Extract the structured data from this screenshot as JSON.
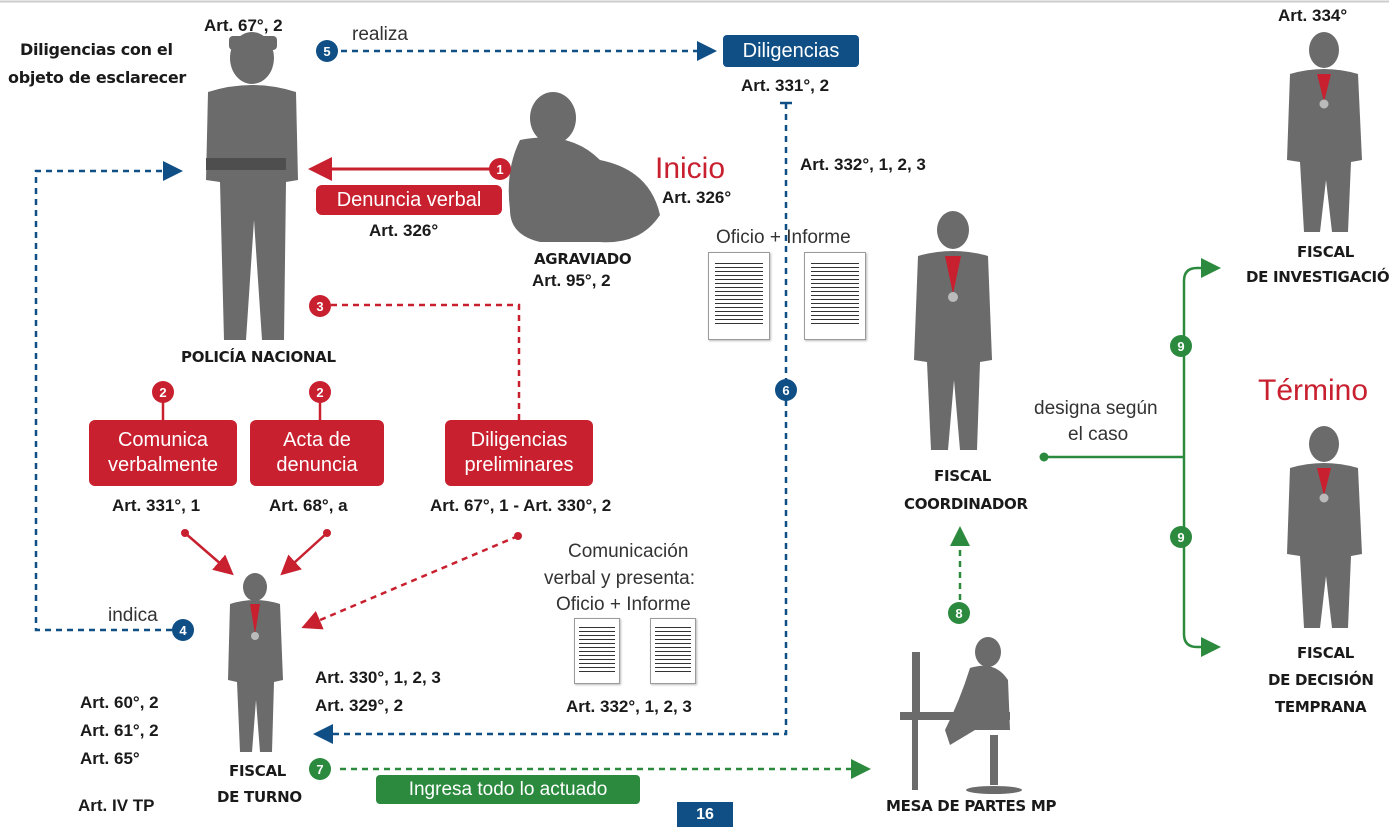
{
  "colors": {
    "red": "#c8202f",
    "blue": "#0f4f85",
    "green": "#2b8a3e",
    "figure": "#6b6b6b"
  },
  "top_left_note": [
    "Diligencias con el",
    "objeto de esclarecer"
  ],
  "police": {
    "article": "Art. 67°, 2",
    "label": "POLICÍA NACIONAL"
  },
  "victim": {
    "label": "AGRAVIADO",
    "article": "Art. 95°, 2"
  },
  "inicio": {
    "label": "Inicio",
    "article": "Art. 326°"
  },
  "termino": {
    "label": "Término"
  },
  "step1": {
    "num": "1",
    "box": "Denuncia verbal",
    "article": "Art. 326°"
  },
  "step2a": {
    "num": "2",
    "box": [
      "Comunica",
      "verbalmente"
    ],
    "article": "Art. 331°, 1"
  },
  "step2b": {
    "num": "2",
    "box": [
      "Acta de",
      "denuncia"
    ],
    "article": "Art. 68°, a"
  },
  "step3": {
    "num": "3",
    "box": [
      "Diligencias",
      "preliminares"
    ],
    "article": "Art. 67°, 1 - Art. 330°, 2"
  },
  "step4": {
    "num": "4",
    "label": "indica"
  },
  "step5": {
    "num": "5",
    "label": "realiza",
    "box": "Diligencias",
    "article": "Art. 331°, 2"
  },
  "step6": {
    "num": "6",
    "article": "Art. 332°, 1, 2, 3",
    "docs_label": "Oficio +   Informe"
  },
  "step7": {
    "num": "7",
    "box": "Ingresa todo lo actuado"
  },
  "step8": {
    "num": "8"
  },
  "step9": {
    "num": "9",
    "label": [
      "designa según",
      "el caso"
    ]
  },
  "communication": {
    "lines": [
      "Comunicación",
      "verbal  y  presenta:",
      "Oficio +   Informe"
    ],
    "article": "Art. 332°, 1, 2, 3"
  },
  "fiscal_turno": {
    "label": [
      "FISCAL",
      "DE TURNO"
    ],
    "articles_right": [
      "Art. 330°, 1, 2, 3",
      "Art. 329°, 2"
    ],
    "articles_left": [
      "Art. 60°, 2",
      "Art. 61°, 2",
      "Art. 65°"
    ],
    "article_tp": "Art. IV TP"
  },
  "fiscal_coordinador": {
    "label": [
      "FISCAL",
      "COORDINADOR"
    ]
  },
  "mesa_partes": {
    "label": "MESA DE PARTES MP"
  },
  "fiscal_investigacion": {
    "article": "Art. 334°",
    "label": [
      "FISCAL",
      "DE INVESTIGACIÓN"
    ]
  },
  "fiscal_decision": {
    "label": [
      "FISCAL",
      "DE DECISIÓN",
      "TEMPRANA"
    ]
  },
  "page_number": "16"
}
